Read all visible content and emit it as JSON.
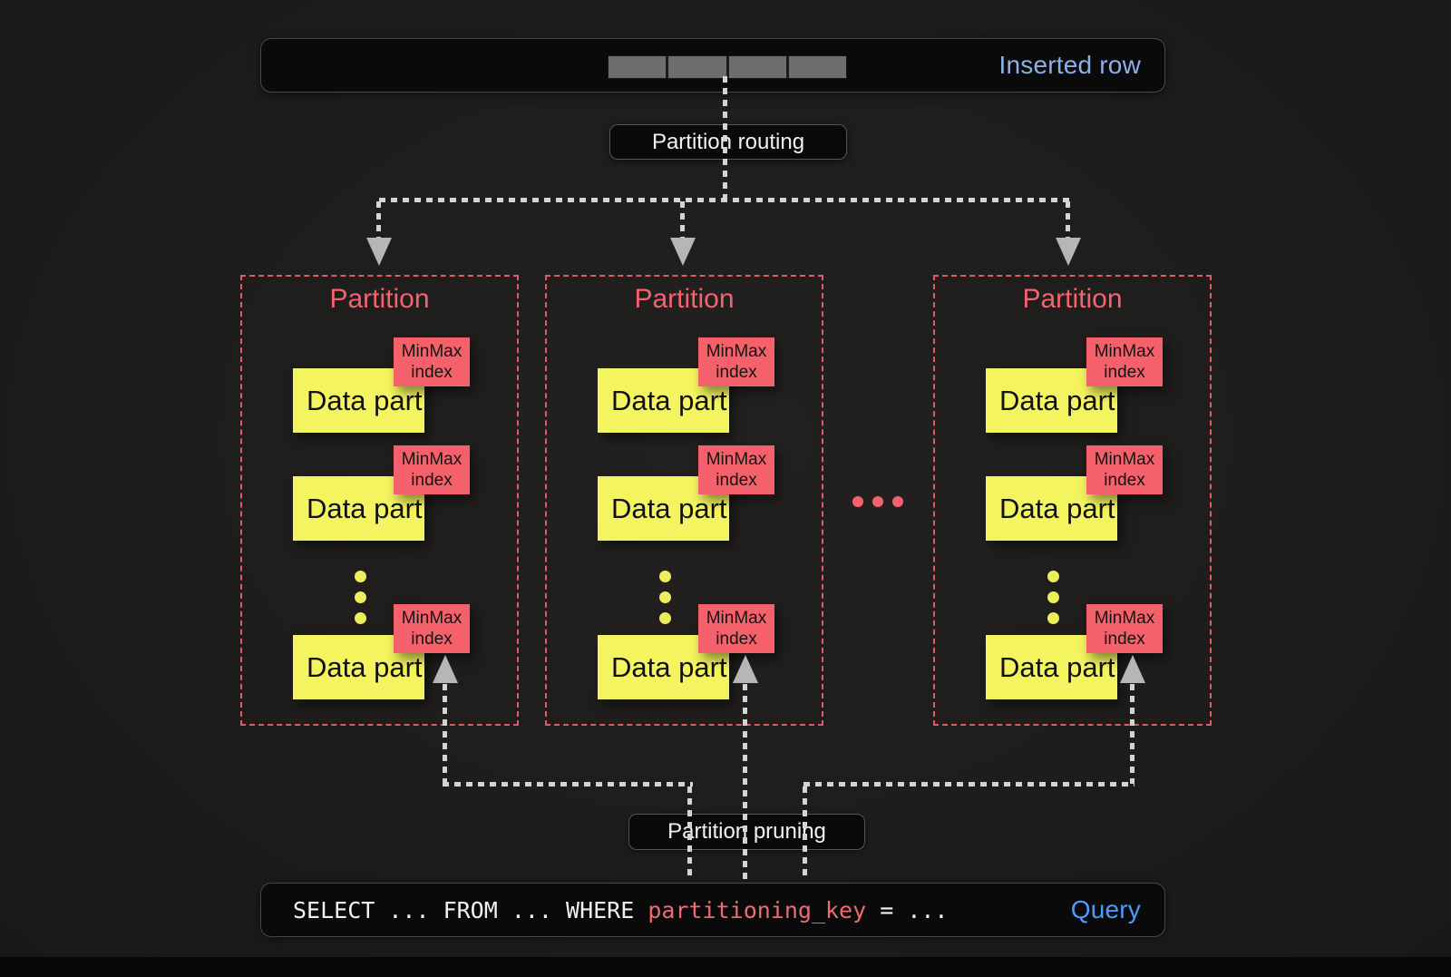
{
  "inserted_row": {
    "label": "Inserted row",
    "segment_count": 4
  },
  "routing": {
    "label": "Partition routing"
  },
  "partitions": [
    {
      "title": "Partition",
      "parts": [
        {
          "name": "Data part",
          "index_tag": "MinMax index"
        },
        {
          "name": "Data part",
          "index_tag": "MinMax index"
        },
        {
          "name": "Data part",
          "index_tag": "MinMax index"
        }
      ]
    },
    {
      "title": "Partition",
      "parts": [
        {
          "name": "Data part",
          "index_tag": "MinMax index"
        },
        {
          "name": "Data part",
          "index_tag": "MinMax index"
        },
        {
          "name": "Data part",
          "index_tag": "MinMax index"
        }
      ]
    },
    {
      "title": "Partition",
      "parts": [
        {
          "name": "Data part",
          "index_tag": "MinMax index"
        },
        {
          "name": "Data part",
          "index_tag": "MinMax index"
        },
        {
          "name": "Data part",
          "index_tag": "MinMax index"
        }
      ]
    }
  ],
  "pruning": {
    "label": "Partition pruning"
  },
  "query": {
    "sql_prefix": "SELECT ... FROM ... WHERE ",
    "sql_key": "partitioning_key",
    "sql_suffix": " = ...",
    "label": "Query"
  },
  "colors": {
    "inserted_row_label": "#8cb1e8",
    "query_label": "#4d9cf8",
    "sql_key": "#ee6a74",
    "partition_accent": "#e05b63",
    "partition_title": "#f4626e",
    "data_part_fill": "#f3f45f",
    "minmax_fill": "#f4616b",
    "dots_yellow": "#edee5b",
    "segment_gray": "#6e6e6e",
    "arrow_gray": "#d4d4d4",
    "arrow_head": "#b6b6b6"
  }
}
